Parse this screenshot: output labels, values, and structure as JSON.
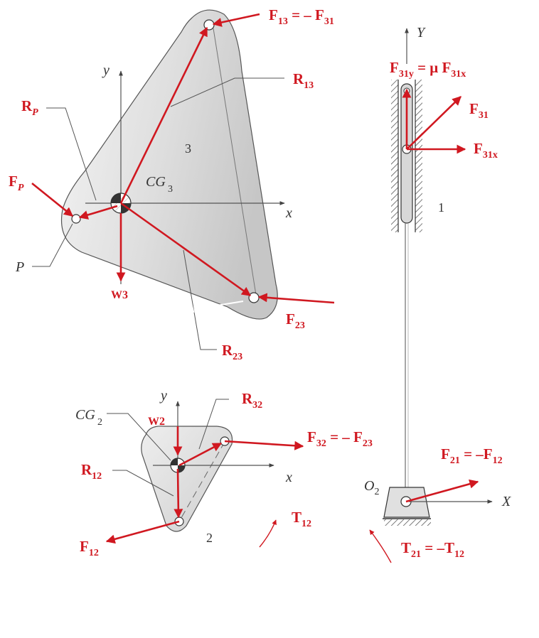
{
  "colors": {
    "vector": "#d01820",
    "link_fill": "#d9d9d9",
    "link_stroke": "#555555",
    "text": "#333333"
  },
  "link3": {
    "number": "3",
    "cg_label": "CG",
    "cg_sub": "3",
    "axis_x": "x",
    "axis_y": "y",
    "point_P": "P",
    "F13_main": "F",
    "F13_sub": "13",
    "F13_eq": " =  –  F",
    "F13_eq_sub": "31",
    "R13_main": "R",
    "R13_sub": "13",
    "RP_main": "R",
    "RP_sub": "P",
    "FP_main": "F",
    "FP_sub": "P",
    "W3": "W3",
    "F23_main": "F",
    "F23_sub": "23",
    "R23_main": "R",
    "R23_sub": "23"
  },
  "link1": {
    "number": "1",
    "axis_Y": "Y",
    "F31y_main": "F",
    "F31y_sub": "31y",
    "F31y_eq": " = μ F",
    "F31y_eq_sub": "31x",
    "F31_main": "F",
    "F31_sub": "31",
    "F31x_main": "F",
    "F31x_sub": "31x"
  },
  "link2": {
    "number": "2",
    "cg_label": "CG",
    "cg_sub": "2",
    "axis_x": "x",
    "axis_y": "y",
    "W2": "W2",
    "R32_main": "R",
    "R32_sub": "32",
    "R12_main": "R",
    "R12_sub": "12",
    "F12_main": "F",
    "F12_sub": "12",
    "F32_main": "F",
    "F32_sub": "32",
    "F32_eq": " =  –  F",
    "F32_eq_sub": "23",
    "T12_main": "T",
    "T12_sub": "12"
  },
  "ground": {
    "O2_main": "O",
    "O2_sub": "2",
    "axis_X": "X",
    "F21_main": "F",
    "F21_sub": "21",
    "F21_eq": "  =  –F",
    "F21_eq_sub": "12",
    "T21_main": "T",
    "T21_sub": "21",
    "T21_eq": "  =  –T",
    "T21_eq_sub": "12"
  }
}
